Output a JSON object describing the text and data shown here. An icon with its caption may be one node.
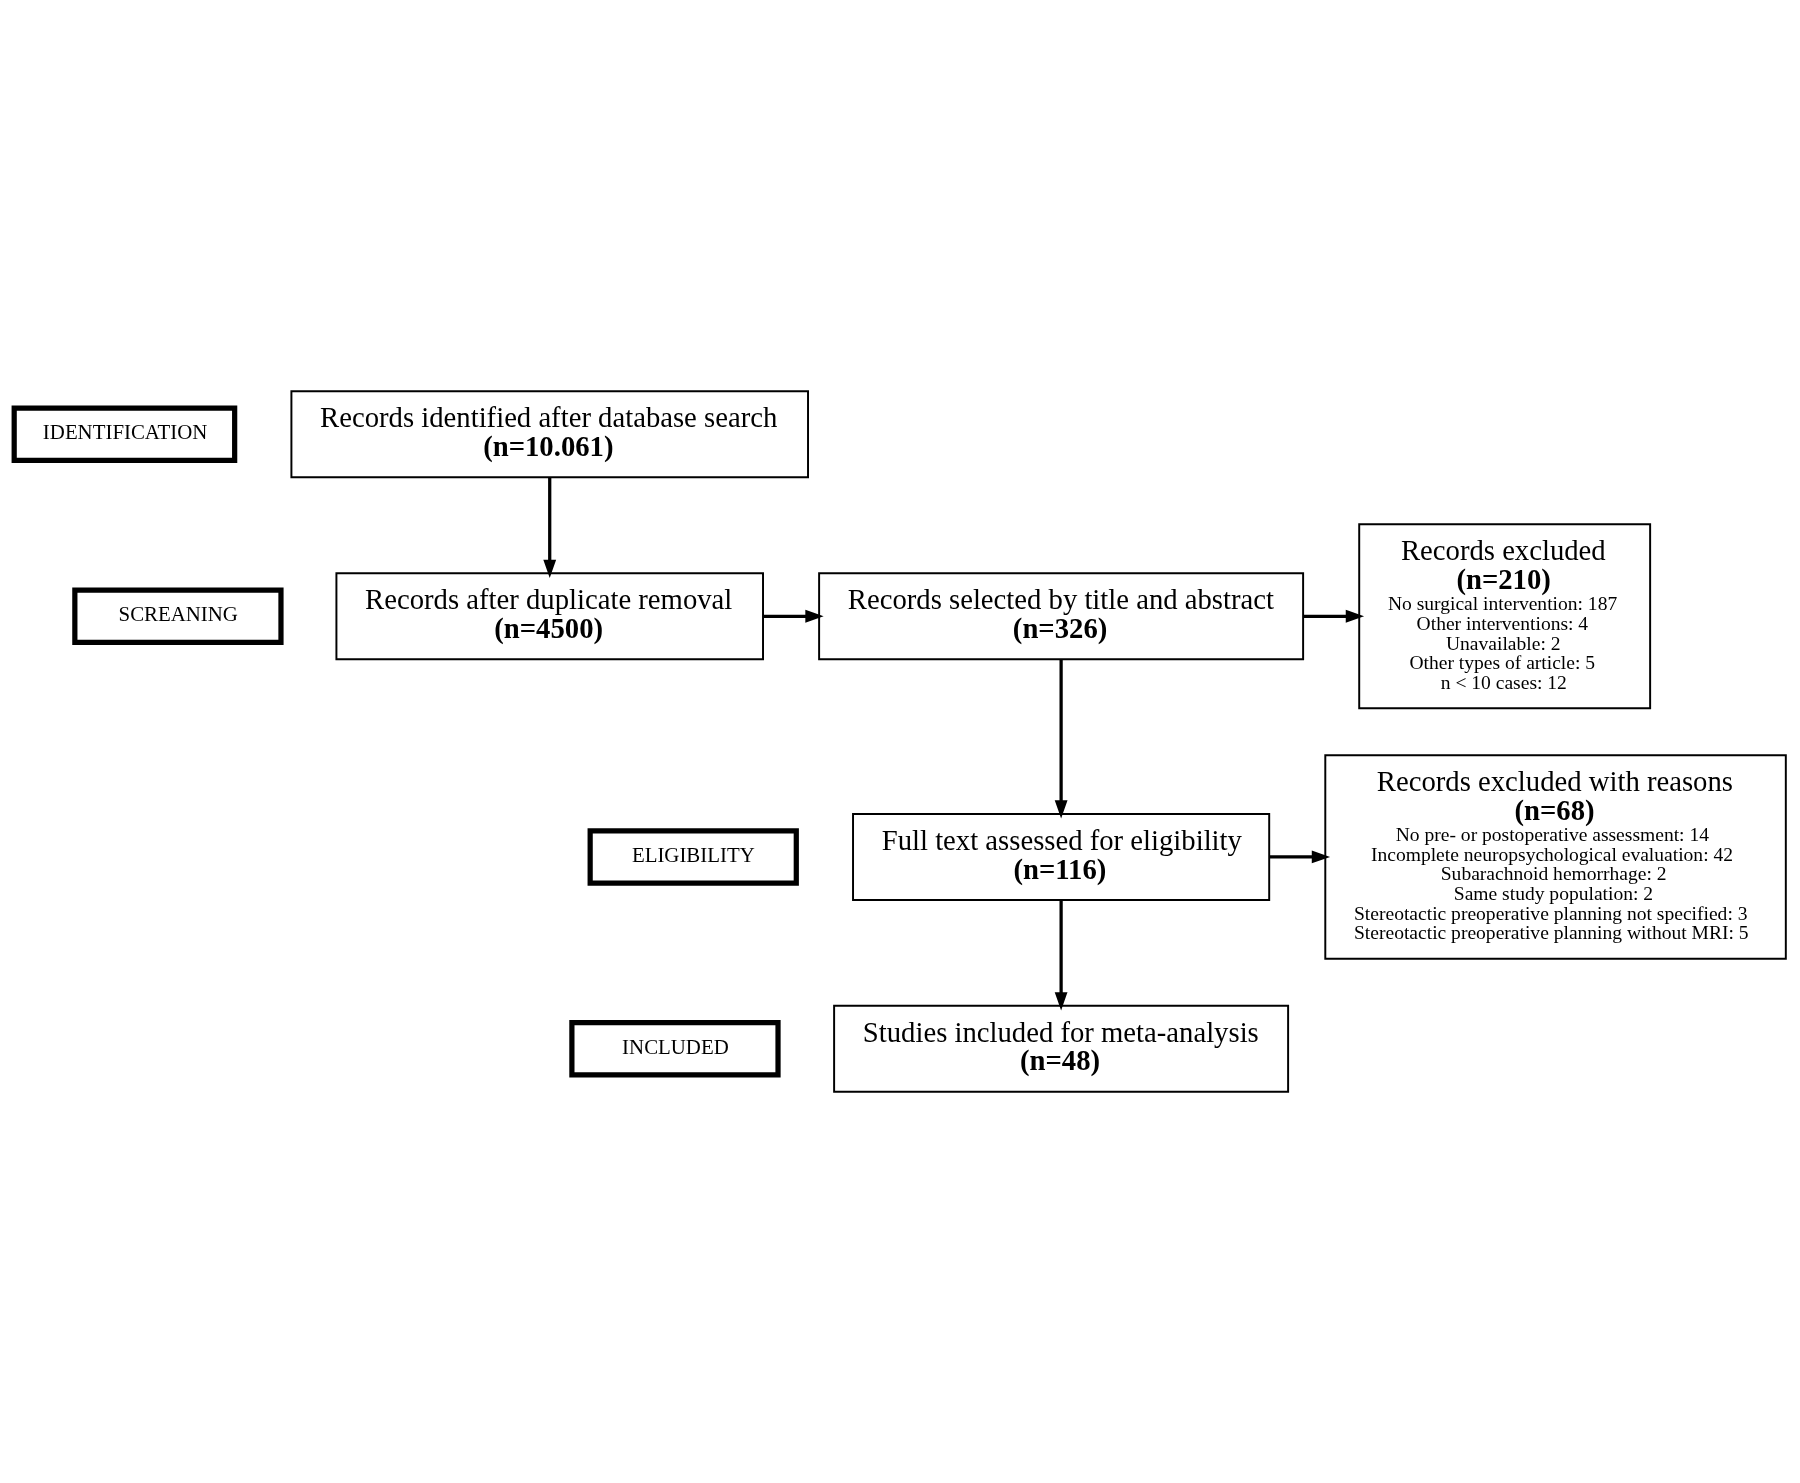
{
  "diagram": {
    "nodes": [
      {
        "text": [
          "IDENTIFICATION"
        ]
      },
      {
        "text": [
          "SCREANING"
        ]
      },
      {
        "text": [
          "ELIGIBILITY"
        ]
      },
      {
        "text": [
          "INCLUDED"
        ]
      },
      {
        "text": [
          "Records identified after database search",
          "(n=10.061)"
        ]
      },
      {
        "text": [
          "Records after duplicate removal",
          "(n=4500)"
        ]
      },
      {
        "text": [
          "Records selected by title and abstract",
          "(n=326)"
        ]
      },
      {
        "text": [
          "Full text assessed for eligibility",
          "(n=116)"
        ]
      },
      {
        "text": [
          "Studies included for meta-analysis",
          "(n=48)"
        ]
      },
      {
        "text": [
          "Records excluded",
          "(n=210)",
          "No surgical intervention: 187",
          "Other interventions: 4",
          "Unavailable: 2",
          "Other types of article: 5",
          "n < 10 cases: 12"
        ]
      },
      {
        "text": [
          "Records excluded with reasons",
          "(n=68)",
          "No pre- or postoperative assessment: 14",
          "Incomplete neuropsychological evaluation: 42",
          "Subarachnoid hemorrhage: 2",
          "Same study population: 2",
          "Stereotactic preoperative planning not specified: 3",
          "Stereotactic preoperative planning without MRI: 5"
        ]
      }
    ],
    "edges": [
      {
        "from": 4,
        "to": 5,
        "arrow": "to"
      },
      {
        "from": 5,
        "to": 6,
        "arrow": "to"
      },
      {
        "from": 6,
        "to": 7,
        "arrow": "to"
      },
      {
        "from": 6,
        "to": 9,
        "arrow": "to"
      },
      {
        "from": 7,
        "to": 8,
        "arrow": "to"
      },
      {
        "from": 7,
        "to": 10,
        "arrow": "to"
      }
    ]
  }
}
